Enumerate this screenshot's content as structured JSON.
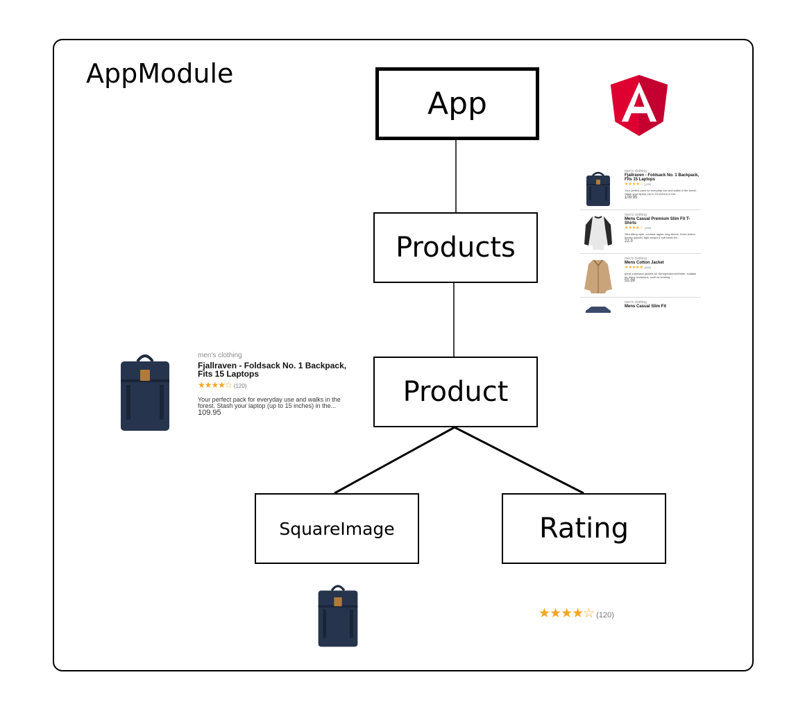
{
  "module": {
    "title": "AppModule"
  },
  "nodes": {
    "app": "App",
    "products": "Products",
    "product": "Product",
    "square_image": "SquareImage",
    "rating": "Rating"
  },
  "logo": {
    "icon": "angular-logo-icon",
    "letter": "A",
    "color": "#dd0031",
    "dark_color": "#c3002f"
  },
  "product_card": {
    "category": "men's clothing",
    "title": "Fjallraven - Foldsack No. 1 Backpack, Fits 15 Laptops",
    "stars": "★★★★☆",
    "rating_count": "(120)",
    "description": "Your perfect pack for everyday use and walks in the forest. Stash your laptop (up to 15 inches) in the...",
    "price": "109.95",
    "image_icon": "backpack-icon"
  },
  "products_list": [
    {
      "category": "men's clothing",
      "title": "Fjallraven - Foldsack No. 1 Backpack, Fits 15 Laptops",
      "stars": "★★★★☆",
      "rating_count": "(120)",
      "description": "Your perfect pack for everyday use and walks in the forest. Stash your laptop (up to 15 inches) in the...",
      "price": "109.95",
      "image_icon": "backpack-icon"
    },
    {
      "category": "men's clothing",
      "title": "Mens Casual Premium Slim Fit T-Shirts",
      "stars": "★★★★☆",
      "rating_count": "(259)",
      "description": "Slim-fitting style, contrast raglan long sleeve, three-button henley placket, light weight & soft fabric for...",
      "price": "22.3",
      "image_icon": "raglan-shirt-icon"
    },
    {
      "category": "men's clothing",
      "title": "Mens Cotton Jacket",
      "stars": "★★★★★",
      "rating_count": "(500)",
      "description": "great outerwear jackets for Spring/Autumn/Winter, suitable for many occasions, such as working...",
      "price": "55.99",
      "image_icon": "jacket-icon"
    },
    {
      "category": "men's clothing",
      "title": "Mens Casual Slim Fit",
      "stars": "",
      "rating_count": "",
      "description": "",
      "price": "",
      "image_icon": "shirt-icon"
    }
  ],
  "square_image_example": {
    "image_icon": "backpack-icon"
  },
  "rating_example": {
    "stars": "★★★★☆",
    "count": "(120)",
    "star_color": "#f5a623"
  }
}
